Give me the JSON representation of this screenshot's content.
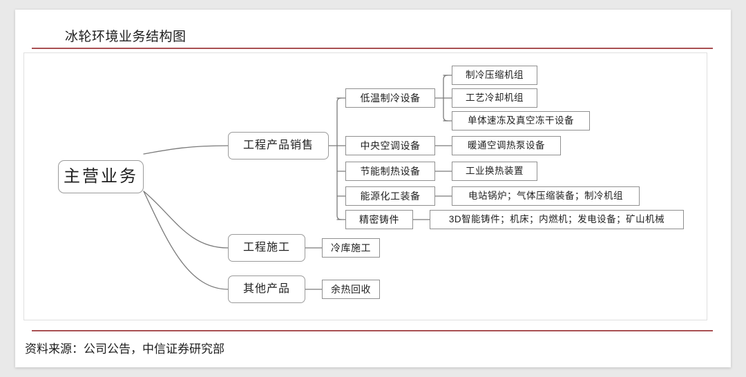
{
  "page": {
    "title": "冰轮环境业务结构图",
    "source": "资料来源：公司公告，中信证券研究部",
    "accent_color": "#a84f52",
    "card_background": "#ffffff",
    "page_background": "#e9e9e9",
    "node_border_color": "#8f8f8f",
    "connector_color": "#7a7a7a"
  },
  "diagram": {
    "type": "tree",
    "orientation": "left-to-right",
    "root": {
      "label": "主营业务"
    },
    "level2": [
      {
        "label": "工程产品销售"
      },
      {
        "label": "工程施工"
      },
      {
        "label": "其他产品"
      }
    ],
    "level3": [
      {
        "label": "低温制冷设备"
      },
      {
        "label": "中央空调设备"
      },
      {
        "label": "节能制热设备"
      },
      {
        "label": "能源化工装备"
      },
      {
        "label": "精密铸件"
      },
      {
        "label": "冷库施工"
      },
      {
        "label": "余热回收"
      }
    ],
    "leaves": [
      {
        "label": "制冷压缩机组"
      },
      {
        "label": "工艺冷却机组"
      },
      {
        "label": "单体速冻及真空冻干设备"
      },
      {
        "label": "暖通空调热泵设备"
      },
      {
        "label": "工业换热装置"
      },
      {
        "label": "电站锅炉；气体压缩装备；制冷机组"
      },
      {
        "label": "3D智能铸件；机床；内燃机；发电设备；矿山机械"
      }
    ]
  }
}
